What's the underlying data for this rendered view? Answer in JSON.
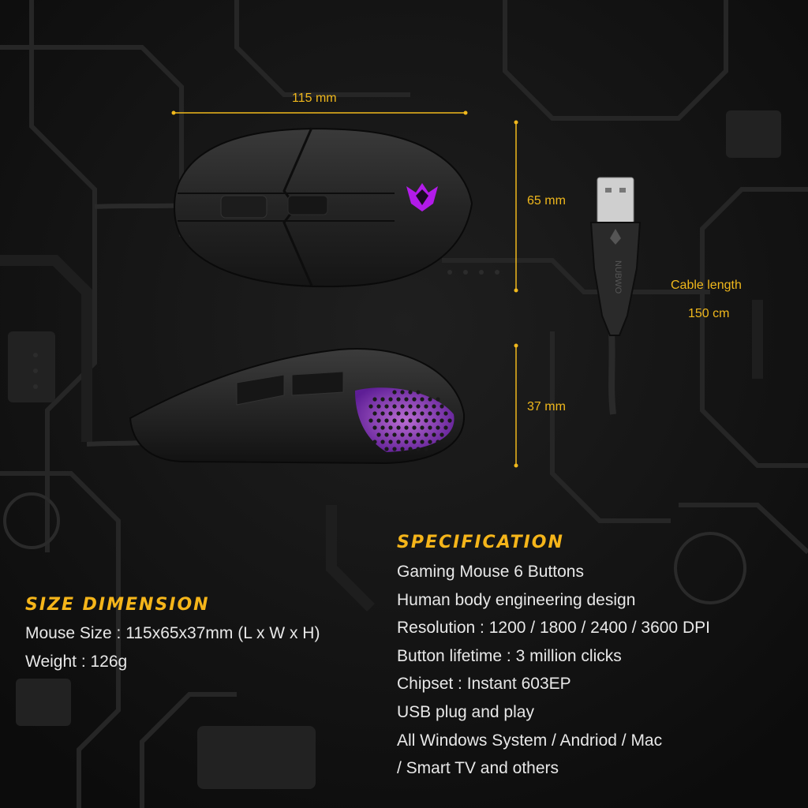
{
  "colors": {
    "background": "#141414",
    "accent": "#f0b81c",
    "text": "#e8e8e8",
    "logo_glow": "#c21aff"
  },
  "dimensions": {
    "length": "115 mm",
    "width": "65 mm",
    "height": "37 mm",
    "cable_label": "Cable length",
    "cable_value": "150 cm"
  },
  "size_dimension": {
    "heading": "SIZE DIMENSION",
    "lines": [
      "Mouse Size : 115x65x37mm (L x W x H)",
      "Weight : 126g"
    ]
  },
  "specification": {
    "heading": "SPECIFICATION",
    "lines": [
      "Gaming Mouse 6 Buttons",
      "Human body engineering design",
      "Resolution : 1200 / 1800 / 2400 / 3600 DPI",
      "Button lifetime : 3 million clicks",
      "Chipset : Instant 603EP",
      "USB plug and play",
      "All Windows System / Andriod / Mac",
      "/ Smart TV and others"
    ]
  },
  "images": {
    "top_view": "mouse-top-view",
    "side_view": "mouse-side-view",
    "usb_plug": "usb-plug",
    "usb_text": "NUBWO"
  }
}
